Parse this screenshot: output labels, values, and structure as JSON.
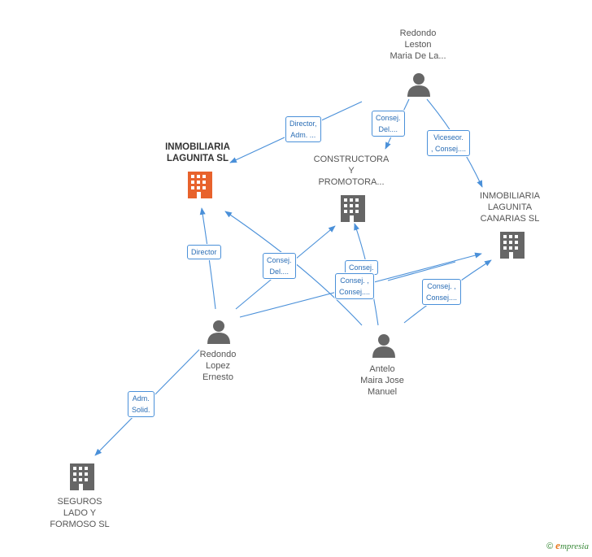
{
  "colors": {
    "edge": "#4a90d9",
    "focus_company": "#e8622c",
    "company": "#666666",
    "person": "#666666"
  },
  "nodes": {
    "inmobiliaria_lagunita": {
      "label": "INMOBILIARIA\nLAGUNITA SL",
      "icon": "building-icon",
      "focus": true
    },
    "constructora": {
      "label": "CONSTRUCTORA\nY\nPROMOTORA...",
      "icon": "building-icon"
    },
    "inmobiliaria_canarias": {
      "label": "INMOBILIARIA\nLAGUNITA\nCANARIAS SL",
      "icon": "building-icon"
    },
    "seguros": {
      "label": "SEGUROS\nLADO Y\nFORMOSO SL",
      "icon": "building-icon"
    },
    "redondo_leston": {
      "label": "Redondo\nLeston\nMaria De La...",
      "icon": "person-icon"
    },
    "redondo_lopez": {
      "label": "Redondo\nLopez\nErnesto",
      "icon": "person-icon"
    },
    "antelo": {
      "label": "Antelo\nMaira Jose\nManuel",
      "icon": "person-icon"
    }
  },
  "edge_labels": {
    "director_adm": "Director,\nAdm. ...",
    "consej_del_leston": "Consej.\nDel....",
    "viceseor": "Viceseor.\n, Consej....",
    "director": "Director",
    "consej_del_lopez": "Consej.\nDel....",
    "consej_back": "Consej.",
    "consej_consej_lopez": "Consej. ,\nConsej....",
    "consej_consej_antelo": "Consej. ,\nConsej....",
    "adm_solid": "Adm.\nSolid."
  },
  "copyright": {
    "symbol": "©",
    "brand_e": "e",
    "brand_rest": "mpresia"
  }
}
